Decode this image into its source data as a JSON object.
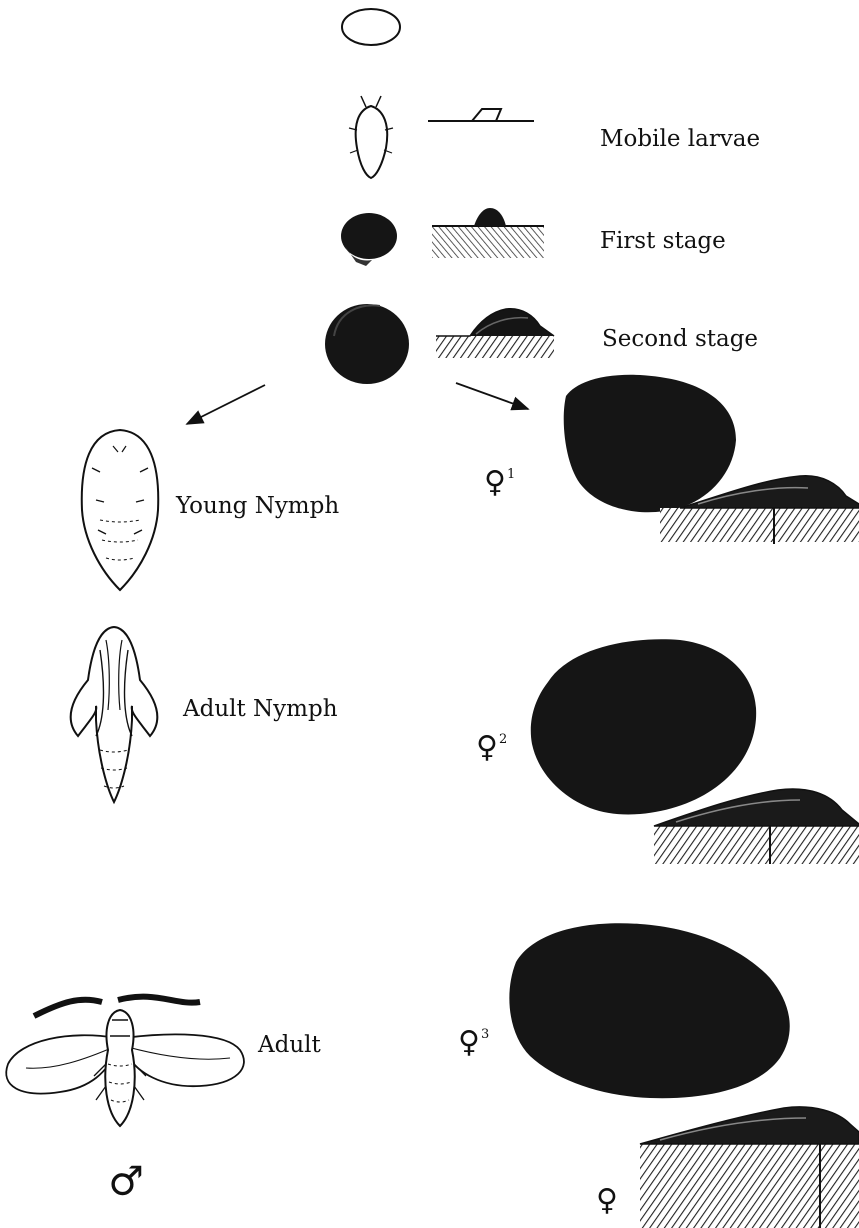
{
  "stages": {
    "mobile_larvae": "Mobile larvae",
    "first_stage": "First stage",
    "second_stage": "Second stage"
  },
  "male_branch": {
    "young_nymph": "Young Nymph",
    "adult_nymph": "Adult Nymph",
    "adult": "Adult",
    "male_symbol": "♂"
  },
  "female_branch": {
    "female_symbol": "♀",
    "stage_1": "1",
    "stage_2": "2",
    "stage_3": "3"
  },
  "colors": {
    "ink": "#111111",
    "scale_fill": "#151515",
    "background": "#ffffff"
  }
}
